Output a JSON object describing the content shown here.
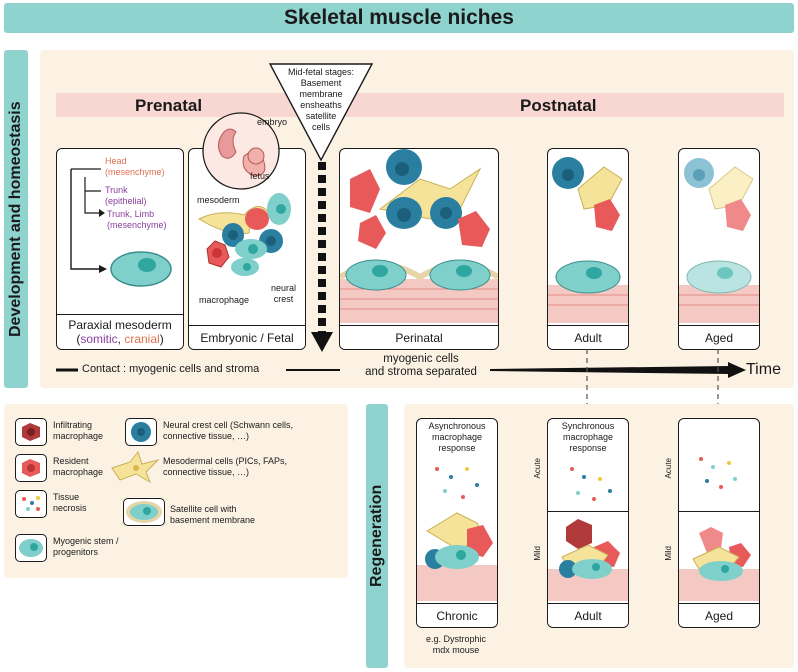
{
  "title": "Skeletal muscle niches",
  "side_labels": {
    "development": "Development and homeostasis",
    "regeneration": "Regeneration"
  },
  "stages": {
    "prenatal": "Prenatal",
    "postnatal": "Postnatal"
  },
  "mid_fetal_note": [
    "Mid-fetal stages:",
    "Basement",
    "membrane",
    "ensheaths",
    "satellite",
    "cells"
  ],
  "paraxial": {
    "head": "Head",
    "head_sub": "(mesenchyme)",
    "trunk": "Trunk",
    "trunk_sub": "(epithelial)",
    "limb": "Trunk, Limb",
    "limb_sub": "(mesenchyme)",
    "label": "Paraxial mesoderm",
    "label_open": "(",
    "somitic": "somitic",
    "comma": ", ",
    "cranial": "cranial",
    "label_close": ")"
  },
  "embryonic": {
    "embryo": "embryo",
    "fetus": "fetus",
    "mesoderm": "mesoderm",
    "macrophage": "macrophage",
    "neural": "neural",
    "crest": "crest",
    "label": "Embryonic / Fetal"
  },
  "postnatal_boxes": {
    "perinatal": "Perinatal",
    "adult": "Adult",
    "aged": "Aged"
  },
  "timeline": {
    "contact": "Contact : myogenic cells and stroma",
    "separated_1": "myogenic cells",
    "separated_2": "and stroma separated",
    "time": "Time"
  },
  "legend": {
    "infiltrating": [
      "Infiltrating",
      "macrophage"
    ],
    "resident": [
      "Resident",
      "macrophage"
    ],
    "necrosis": [
      "Tissue",
      "necrosis"
    ],
    "myogenic": [
      "Myogenic stem /",
      "progenitors"
    ],
    "neural_crest": [
      "Neural crest cell (Schwann cells,",
      "connective tissue, …)"
    ],
    "mesodermal": [
      "Mesodermal cells (PICs, FAPs,",
      "connective tissue, …)"
    ],
    "satellite": [
      "Satellite cell with",
      "basement membrane"
    ]
  },
  "regeneration": {
    "async": [
      "Asynchronous",
      "macrophage",
      "response"
    ],
    "sync": [
      "Synchronous",
      "macrophage",
      "response"
    ],
    "acute": "Acute",
    "mild": "Mild",
    "chronic": "Chronic",
    "adult": "Adult",
    "aged": "Aged",
    "example": [
      "e.g. Dystrophic",
      "mdx mouse"
    ]
  },
  "colors": {
    "teal_accent": "#8fd3cf",
    "panel": "#fbf2e3",
    "purple": "#8b3fa0",
    "orange": "#e07050",
    "cell_teal": "#7fcfcb",
    "cell_blue": "#2a7fa0",
    "cell_red": "#e85a5a",
    "cell_darkred": "#b03a3a",
    "cell_yellow": "#f5e39a"
  }
}
